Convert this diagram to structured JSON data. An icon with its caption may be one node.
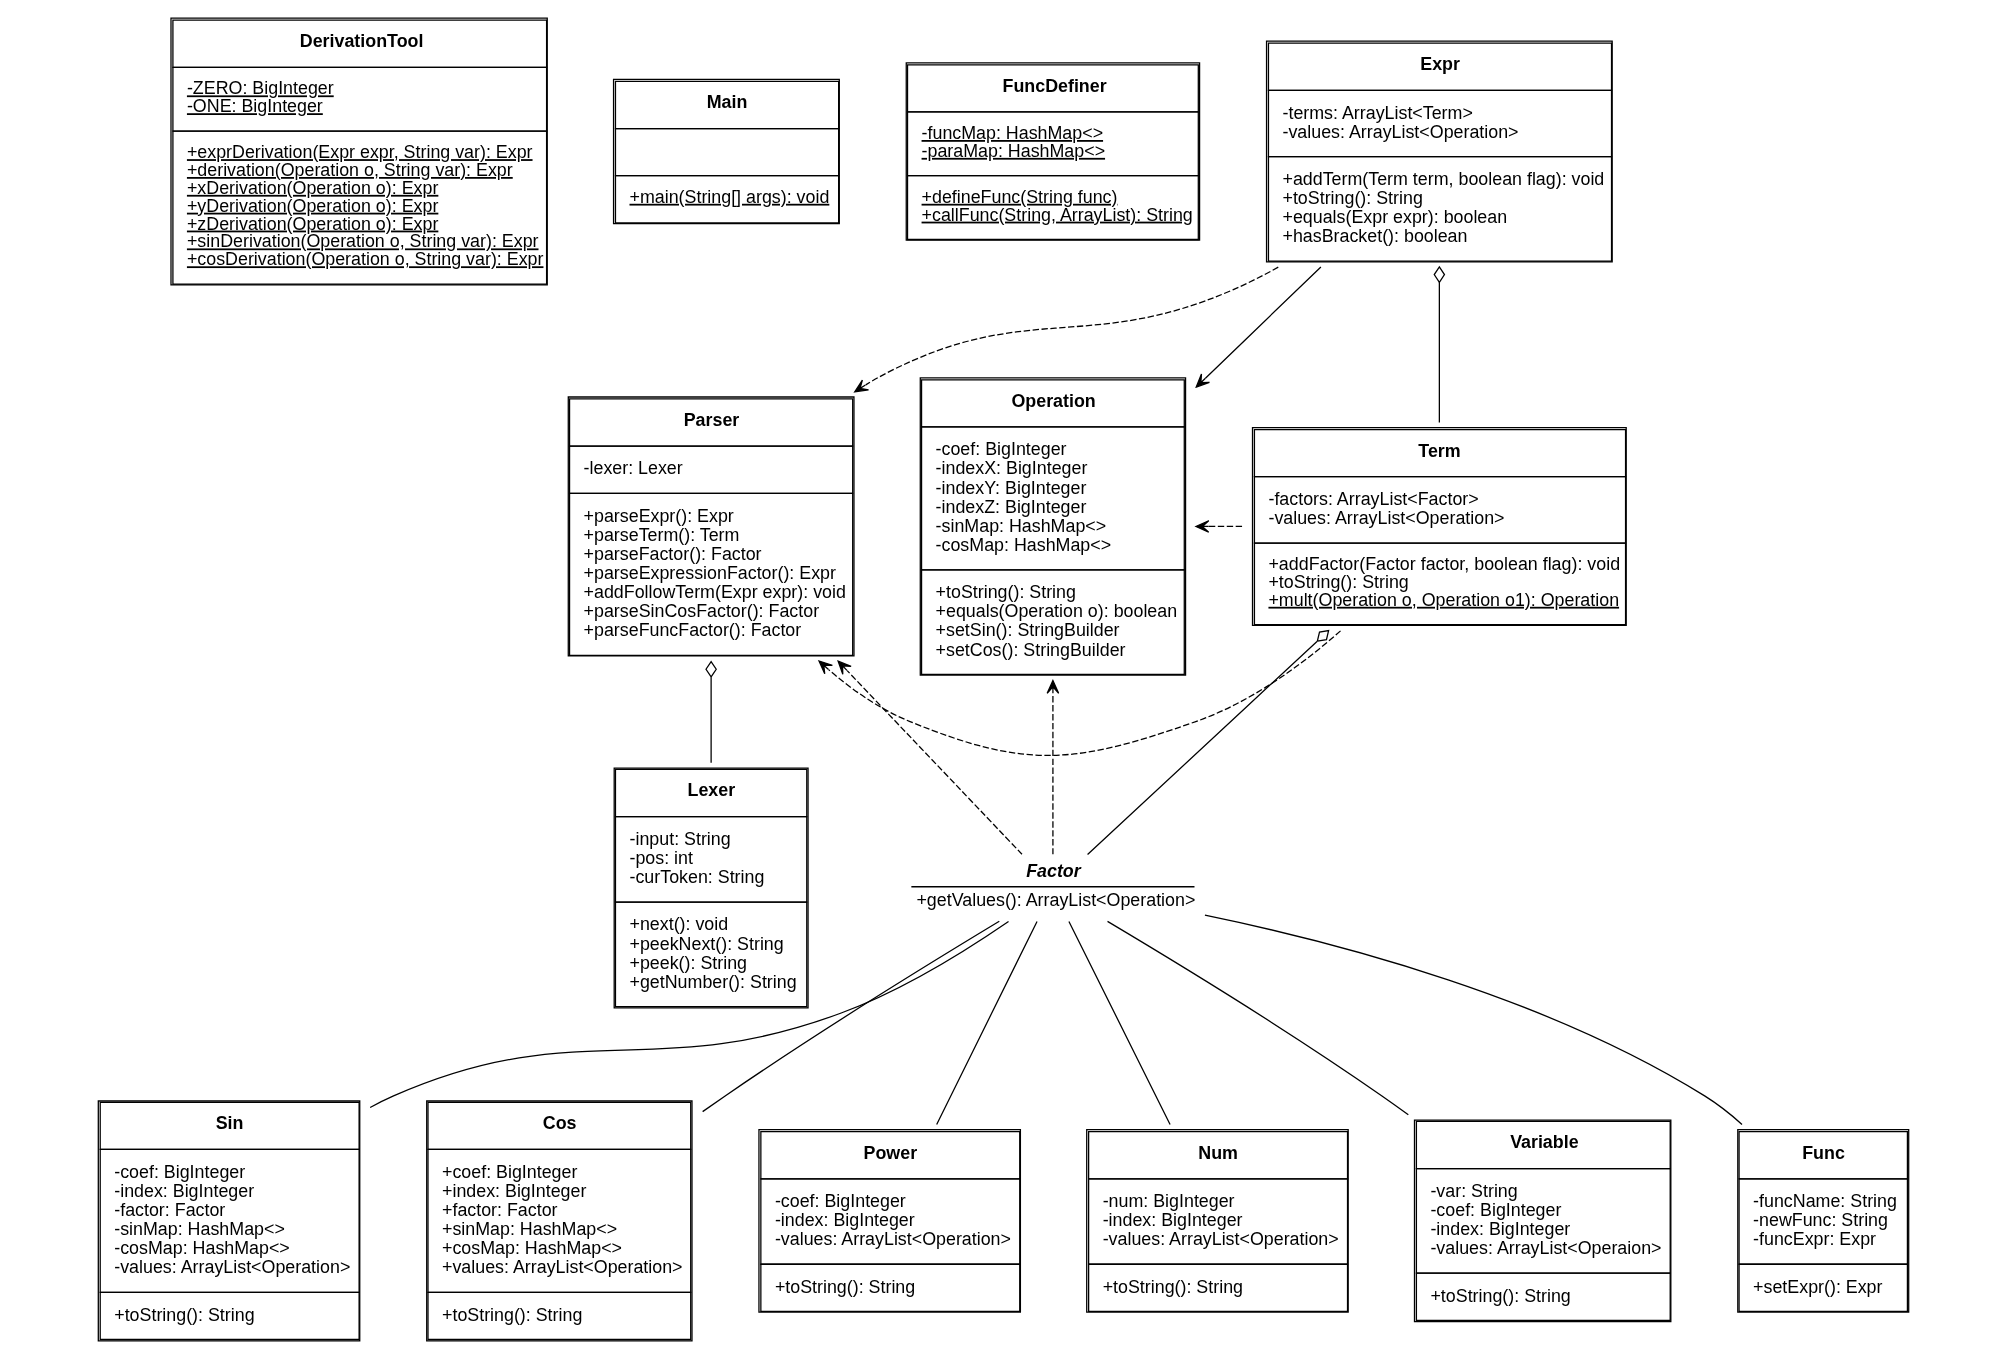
{
  "diagram": {
    "nodes": [
      {
        "text": [
          "DerivationTool",
          "-ZERO: BigInteger",
          "-ONE: BigInteger",
          "+exprDerivation(Expr expr, String var): Expr",
          "+derivation(Operation o, String var): Expr",
          "+xDerivation(Operation o): Expr",
          "+yDerivation(Operation o): Expr",
          "+zDerivation(Operation o): Expr",
          "+sinDerivation(Operation o, String var): Expr",
          "+cosDerivation(Operation o, String var): Expr"
        ]
      },
      {
        "text": [
          "Main",
          "+main(String[] args): void"
        ]
      },
      {
        "text": [
          "FuncDefiner",
          "-funcMap: HashMap<>",
          "-paraMap: HashMap<>",
          "+defineFunc(String func)",
          "+callFunc(String, ArrayList): String"
        ]
      },
      {
        "text": [
          "Expr",
          "-terms: ArrayList<Term>",
          "-values: ArrayList<Operation>",
          "+addTerm(Term term, boolean flag): void",
          "+toString(): String",
          "+equals(Expr expr): boolean",
          "+hasBracket(): boolean"
        ]
      },
      {
        "text": [
          "Parser",
          "-lexer: Lexer",
          "+parseExpr(): Expr",
          "+parseTerm(): Term",
          "+parseFactor(): Factor",
          "+parseExpressionFactor(): Expr",
          "+addFollowTerm(Expr expr): void",
          "+parseSinCosFactor(): Factor",
          "+parseFuncFactor(): Factor"
        ]
      },
      {
        "text": [
          "Operation",
          "-coef: BigInteger",
          "-indexX: BigInteger",
          "-indexY: BigInteger",
          "-indexZ: BigInteger",
          "-sinMap: HashMap<>",
          "-cosMap: HashMap<>",
          "+toString(): String",
          "+equals(Operation o): boolean",
          "+setSin(): StringBuilder",
          "+setCos(): StringBuilder"
        ]
      },
      {
        "text": [
          "Term",
          "-factors: ArrayList<Factor>",
          "-values: ArrayList<Operation>",
          "+addFactor(Factor factor, boolean flag): void",
          "+toString(): String",
          "+mult(Operation o, Operation o1): Operation"
        ]
      },
      {
        "text": [
          "Lexer",
          "-input: String",
          "-pos: int",
          "-curToken: String",
          "+next(): void",
          "+peekNext(): String",
          "+peek(): String",
          "+getNumber(): String"
        ]
      },
      {
        "text": [
          "Factor",
          "+getValues(): ArrayList<Operation>"
        ]
      },
      {
        "text": [
          "Sin",
          "-coef: BigInteger",
          "-index: BigInteger",
          "-factor: Factor",
          "-sinMap: HashMap<>",
          "-cosMap: HashMap<>",
          "-values: ArrayList<Operation>",
          "+toString(): String"
        ]
      },
      {
        "text": [
          "Cos",
          "+coef: BigInteger",
          "+index: BigInteger",
          "+factor: Factor",
          "+sinMap: HashMap<>",
          "+cosMap: HashMap<>",
          "+values: ArrayList<Operation>",
          "+toString(): String"
        ]
      },
      {
        "text": [
          "Power",
          "-coef: BigInteger",
          "-index: BigInteger",
          "-values: ArrayList<Operation>",
          "+toString(): String"
        ]
      },
      {
        "text": [
          "Num",
          "-num: BigInteger",
          "-index: BigInteger",
          "-values: ArrayList<Operation>",
          "+toString(): String"
        ]
      },
      {
        "text": [
          "Variable",
          "-var: String",
          "-coef: BigInteger",
          "-index: BigInteger",
          "-values: ArrayList<Operaion>",
          "+toString(): String"
        ]
      },
      {
        "text": [
          "Func",
          "-funcName: String",
          "-newFunc: String",
          "-funcExpr: Expr",
          "+setExpr(): Expr"
        ]
      }
    ],
    "edges": [
      {
        "from": 3,
        "to": 5,
        "arrow": "to"
      },
      {
        "from": 6,
        "to": 3,
        "arrow": "other"
      },
      {
        "from": 3,
        "to": 4,
        "arrow": "to",
        "style": "dashed"
      },
      {
        "from": 6,
        "to": 4,
        "arrow": "to",
        "style": "dashed"
      },
      {
        "from": 8,
        "to": 4,
        "arrow": "to",
        "style": "dashed"
      },
      {
        "from": 6,
        "to": 5,
        "arrow": "to",
        "style": "dashed"
      },
      {
        "from": 8,
        "to": 5,
        "arrow": "to",
        "style": "dashed"
      },
      {
        "from": 8,
        "to": 6,
        "arrow": "other"
      },
      {
        "from": 7,
        "to": 4,
        "arrow": "other"
      },
      {
        "from": 9,
        "to": 8,
        "arrow": "none"
      },
      {
        "from": 10,
        "to": 8,
        "arrow": "none"
      },
      {
        "from": 11,
        "to": 8,
        "arrow": "none"
      },
      {
        "from": 12,
        "to": 8,
        "arrow": "none"
      },
      {
        "from": 13,
        "to": 8,
        "arrow": "none"
      },
      {
        "from": 14,
        "to": 8,
        "arrow": "none"
      }
    ]
  }
}
